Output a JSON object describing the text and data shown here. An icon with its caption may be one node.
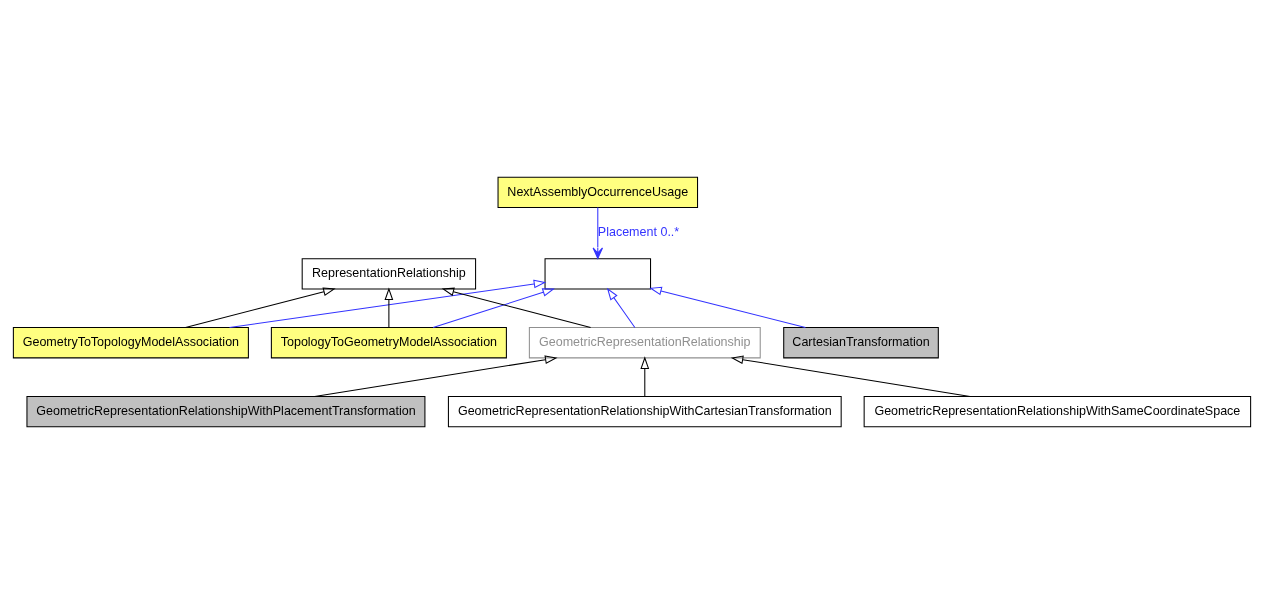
{
  "diagram": {
    "nodes": [
      {
        "text": [
          "NextAssemblyOccurrenceUsage"
        ]
      },
      {
        "text": [],
        "shape": "box"
      },
      {
        "text": [
          "RepresentationRelationship"
        ]
      },
      {
        "text": [
          "GeometryToTopologyModelAssociation"
        ]
      },
      {
        "text": [
          "TopologyToGeometryModelAssociation"
        ]
      },
      {
        "text": [
          "GeometricRepresentationRelationship"
        ]
      },
      {
        "text": [
          "CartesianTransformation"
        ]
      },
      {
        "text": [
          "GeometricRepresentationRelationshipWithPlacementTransformation"
        ]
      },
      {
        "text": [
          "GeometricRepresentationRelationshipWithCartesianTransformation"
        ]
      },
      {
        "text": [
          "GeometricRepresentationRelationshipWithSameCoordinateSpace"
        ]
      }
    ],
    "edges": [
      {
        "from": 0,
        "to": 1,
        "arrow": "to",
        "label": "Placement 0..*",
        "color": "#3333ff"
      },
      {
        "from": 3,
        "to": 2,
        "arrow": "to"
      },
      {
        "from": 4,
        "to": 2,
        "arrow": "to"
      },
      {
        "from": 5,
        "to": 2,
        "arrow": "to"
      },
      {
        "from": 3,
        "to": 1,
        "arrow": "to",
        "color": "#3333ff"
      },
      {
        "from": 4,
        "to": 1,
        "arrow": "to",
        "color": "#3333ff"
      },
      {
        "from": 5,
        "to": 1,
        "arrow": "to",
        "color": "#3333ff"
      },
      {
        "from": 6,
        "to": 1,
        "arrow": "to",
        "color": "#3333ff"
      },
      {
        "from": 7,
        "to": 5,
        "arrow": "to"
      },
      {
        "from": 8,
        "to": 5,
        "arrow": "to"
      },
      {
        "from": 9,
        "to": 5,
        "arrow": "to"
      }
    ]
  }
}
